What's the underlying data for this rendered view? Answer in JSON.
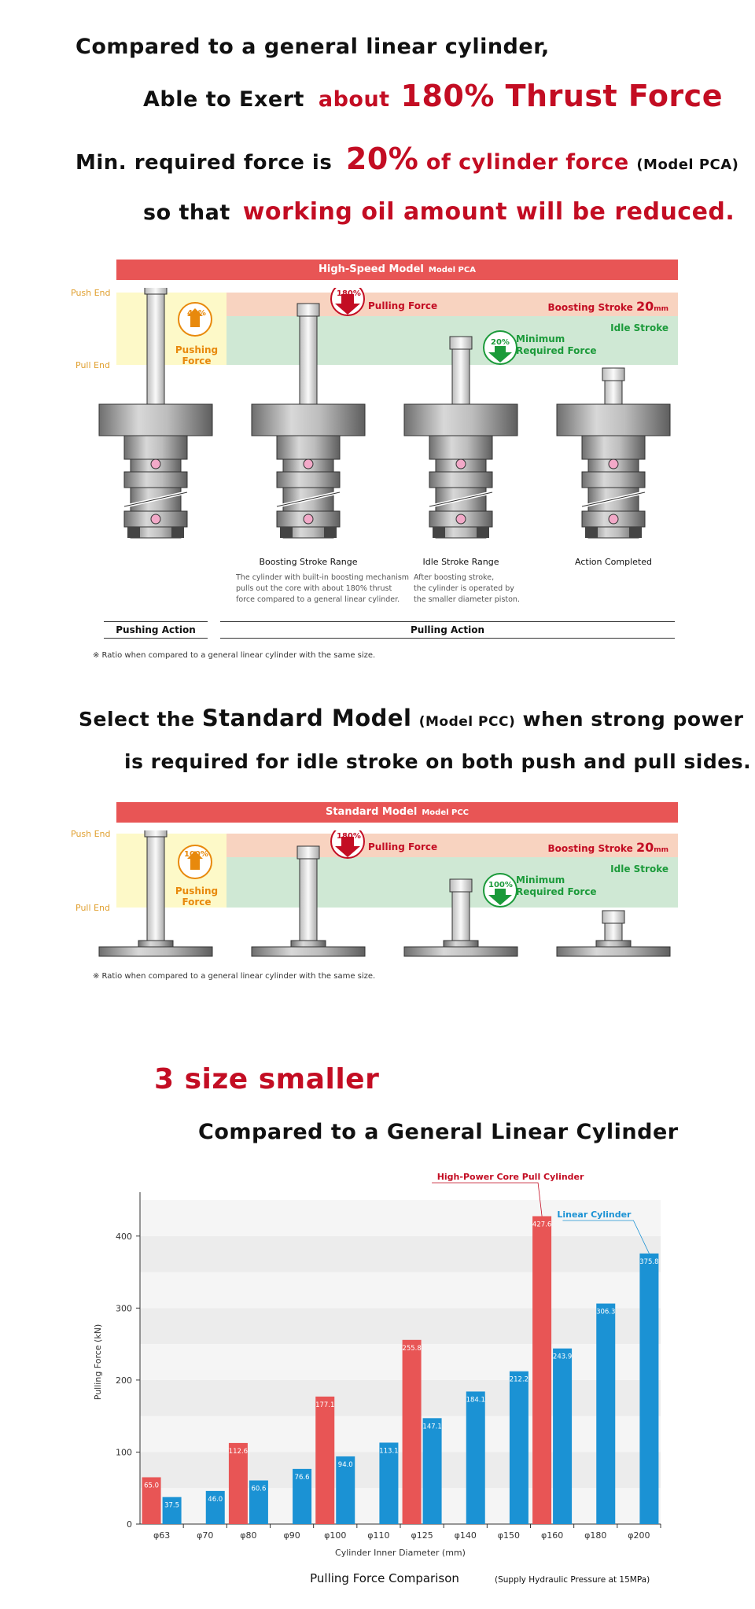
{
  "headline": {
    "line1": "Compared to a general linear cylinder,",
    "line2_a": "Able to Exert",
    "line2_b": "about",
    "line2_c": "180% Thrust Force",
    "line3_a": "Min. required force is",
    "line3_b": "20%",
    "line3_c": "of cylinder force",
    "line3_d": "(Model PCA)",
    "line4_a": "so that",
    "line4_b": "working oil amount will be reduced."
  },
  "pca": {
    "banner_title": "High-Speed Model",
    "banner_model": "Model PCA",
    "push_end": "Push End",
    "pull_end": "Pull End",
    "pushing_pct": "40",
    "pushing_label_1": "Pushing",
    "pushing_label_2": "Force",
    "pulling_pct": "180",
    "pulling_label": "Pulling Force",
    "boosting_label": "Boosting Stroke",
    "boosting_value": "20",
    "boosting_unit": "mm",
    "idle_label": "Idle Stroke",
    "min_pct": "20",
    "min_label_1": "Minimum",
    "min_label_2": "Required Force",
    "caption_boost": "Boosting Stroke Range",
    "caption_idle": "Idle Stroke Range",
    "caption_done": "Action Completed",
    "desc_boost_1": "The cylinder with built-in boosting mechanism",
    "desc_boost_2": "pulls out the core with about 180% thrust",
    "desc_boost_3": "force compared to a general linear cylinder.",
    "desc_idle_1": "After boosting stroke,",
    "desc_idle_2": "the cylinder is operated by",
    "desc_idle_3": "the smaller diameter piston.",
    "pushing_action": "Pushing Action",
    "pulling_action": "Pulling Action",
    "note": "※ Ratio when compared to a general linear cylinder with the same size."
  },
  "mid": {
    "line1_a": "Select the",
    "line1_b": "Standard Model",
    "line1_c": "(Model PCC)",
    "line1_d": "when strong power",
    "line2": "is required for idle stroke on both push and pull sides."
  },
  "pcc": {
    "banner_title": "Standard Model",
    "banner_model": "Model PCC",
    "push_end": "Push End",
    "pull_end": "Pull End",
    "pushing_pct": "100",
    "pushing_label_1": "Pushing",
    "pushing_label_2": "Force",
    "pulling_pct": "180",
    "pulling_label": "Pulling Force",
    "boosting_label": "Boosting Stroke",
    "boosting_value": "20",
    "boosting_unit": "mm",
    "idle_label": "Idle Stroke",
    "min_pct": "100",
    "min_label_1": "Minimum",
    "min_label_2": "Required Force",
    "note": "※ Ratio when compared to a general linear cylinder with the same size."
  },
  "size": {
    "line1": "3 size smaller",
    "line2": "Compared to a General Linear Cylinder"
  },
  "chart_data": {
    "type": "bar",
    "title": "Pulling Force Comparison",
    "subtitle": "(Supply Hydraulic Pressure at 15MPa)",
    "xlabel": "Cylinder Inner Diameter (mm)",
    "ylabel": "Pulling Force (kN)",
    "ylim": [
      0,
      450
    ],
    "yticks": [
      0,
      100,
      200,
      300,
      400
    ],
    "categories": [
      "φ63",
      "φ70",
      "φ80",
      "φ90",
      "φ100",
      "φ110",
      "φ125",
      "φ140",
      "φ150",
      "φ160",
      "φ180",
      "φ200"
    ],
    "series": [
      {
        "name": "High-Power Core Pull Cylinder",
        "color": "#e85555",
        "values": [
          65.0,
          null,
          112.6,
          null,
          177.1,
          null,
          255.8,
          null,
          null,
          427.6,
          null,
          null
        ],
        "labels": [
          "65.0",
          "",
          "112.6",
          "",
          "177.1",
          "",
          "255.8",
          "",
          "",
          "427.6",
          "",
          ""
        ]
      },
      {
        "name": "Linear Cylinder",
        "color": "#1b92d4",
        "values": [
          37.5,
          46.0,
          60.6,
          76.6,
          94.0,
          113.1,
          147.1,
          184.1,
          212.2,
          243.9,
          306.3,
          375.8
        ],
        "labels": [
          "37.5",
          "46.0",
          "60.6",
          "76.6",
          "94.0",
          "113.1",
          "147.1",
          "184.1",
          "212.2",
          "243.9",
          "306.3",
          "375.8"
        ]
      }
    ],
    "grid": "horizontal bands",
    "legend": "callouts"
  }
}
